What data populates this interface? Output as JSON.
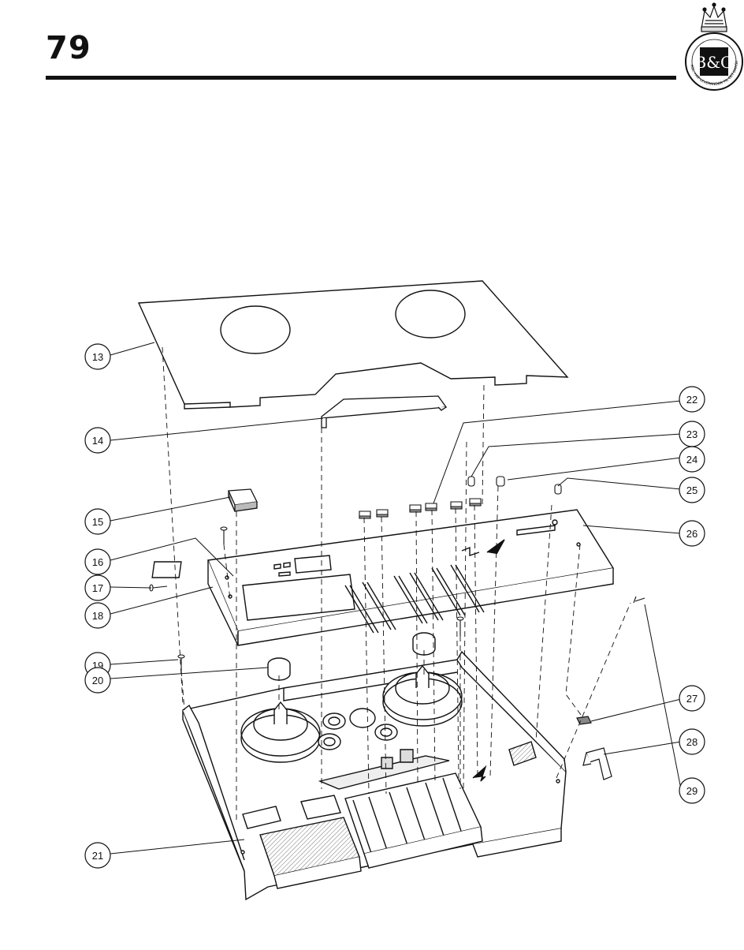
{
  "page": {
    "number": "79"
  },
  "logo": {
    "text": "B&O",
    "ring_text": "KGL. HOF LEVERANDØR TIL DET DANSKE HOF"
  },
  "diagram": {
    "callouts": [
      {
        "id": "13",
        "label": "13"
      },
      {
        "id": "14",
        "label": "14"
      },
      {
        "id": "15",
        "label": "15"
      },
      {
        "id": "16",
        "label": "16"
      },
      {
        "id": "17",
        "label": "17"
      },
      {
        "id": "18",
        "label": "18"
      },
      {
        "id": "19",
        "label": "19"
      },
      {
        "id": "20",
        "label": "20"
      },
      {
        "id": "21",
        "label": "21"
      },
      {
        "id": "22",
        "label": "22"
      },
      {
        "id": "23",
        "label": "23"
      },
      {
        "id": "24",
        "label": "24"
      },
      {
        "id": "25",
        "label": "25"
      },
      {
        "id": "26",
        "label": "26"
      },
      {
        "id": "27",
        "label": "27"
      },
      {
        "id": "28",
        "label": "28"
      },
      {
        "id": "29",
        "label": "29"
      }
    ]
  }
}
